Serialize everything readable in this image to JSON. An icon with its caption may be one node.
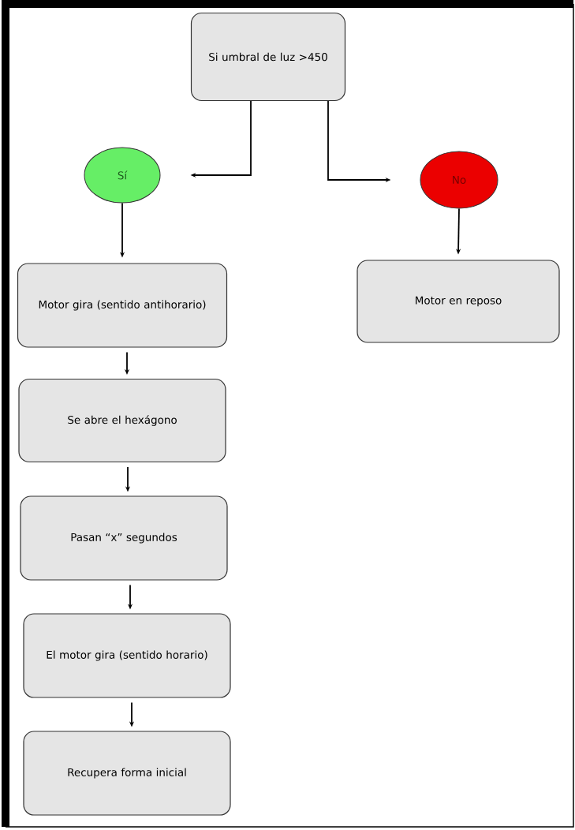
{
  "diagram": {
    "nodes": [
      {
        "text": [
          "Si umbral de luz >450"
        ]
      },
      {
        "text": [
          "Sí"
        ]
      },
      {
        "text": [
          "No"
        ]
      },
      {
        "text": [
          "Motor gira (sentido antihorario)"
        ]
      },
      {
        "text": [
          "Se abre el hexágono"
        ]
      },
      {
        "text": [
          "Pasan “x” segundos"
        ]
      },
      {
        "text": [
          "El motor gira (sentido horario)"
        ]
      },
      {
        "text": [
          "Recupera forma inicial"
        ]
      },
      {
        "text": [
          "Motor en reposo"
        ]
      }
    ],
    "edges": [
      {
        "from": 0,
        "to": 1,
        "arrow": "to"
      },
      {
        "from": 0,
        "to": 2,
        "arrow": "to"
      },
      {
        "from": 1,
        "to": 3,
        "arrow": "to"
      },
      {
        "from": 3,
        "to": 4,
        "arrow": "to"
      },
      {
        "from": 4,
        "to": 5,
        "arrow": "to"
      },
      {
        "from": 5,
        "to": 6,
        "arrow": "to"
      },
      {
        "from": 6,
        "to": 7,
        "arrow": "to"
      },
      {
        "from": 2,
        "to": 8,
        "arrow": "to"
      }
    ]
  }
}
